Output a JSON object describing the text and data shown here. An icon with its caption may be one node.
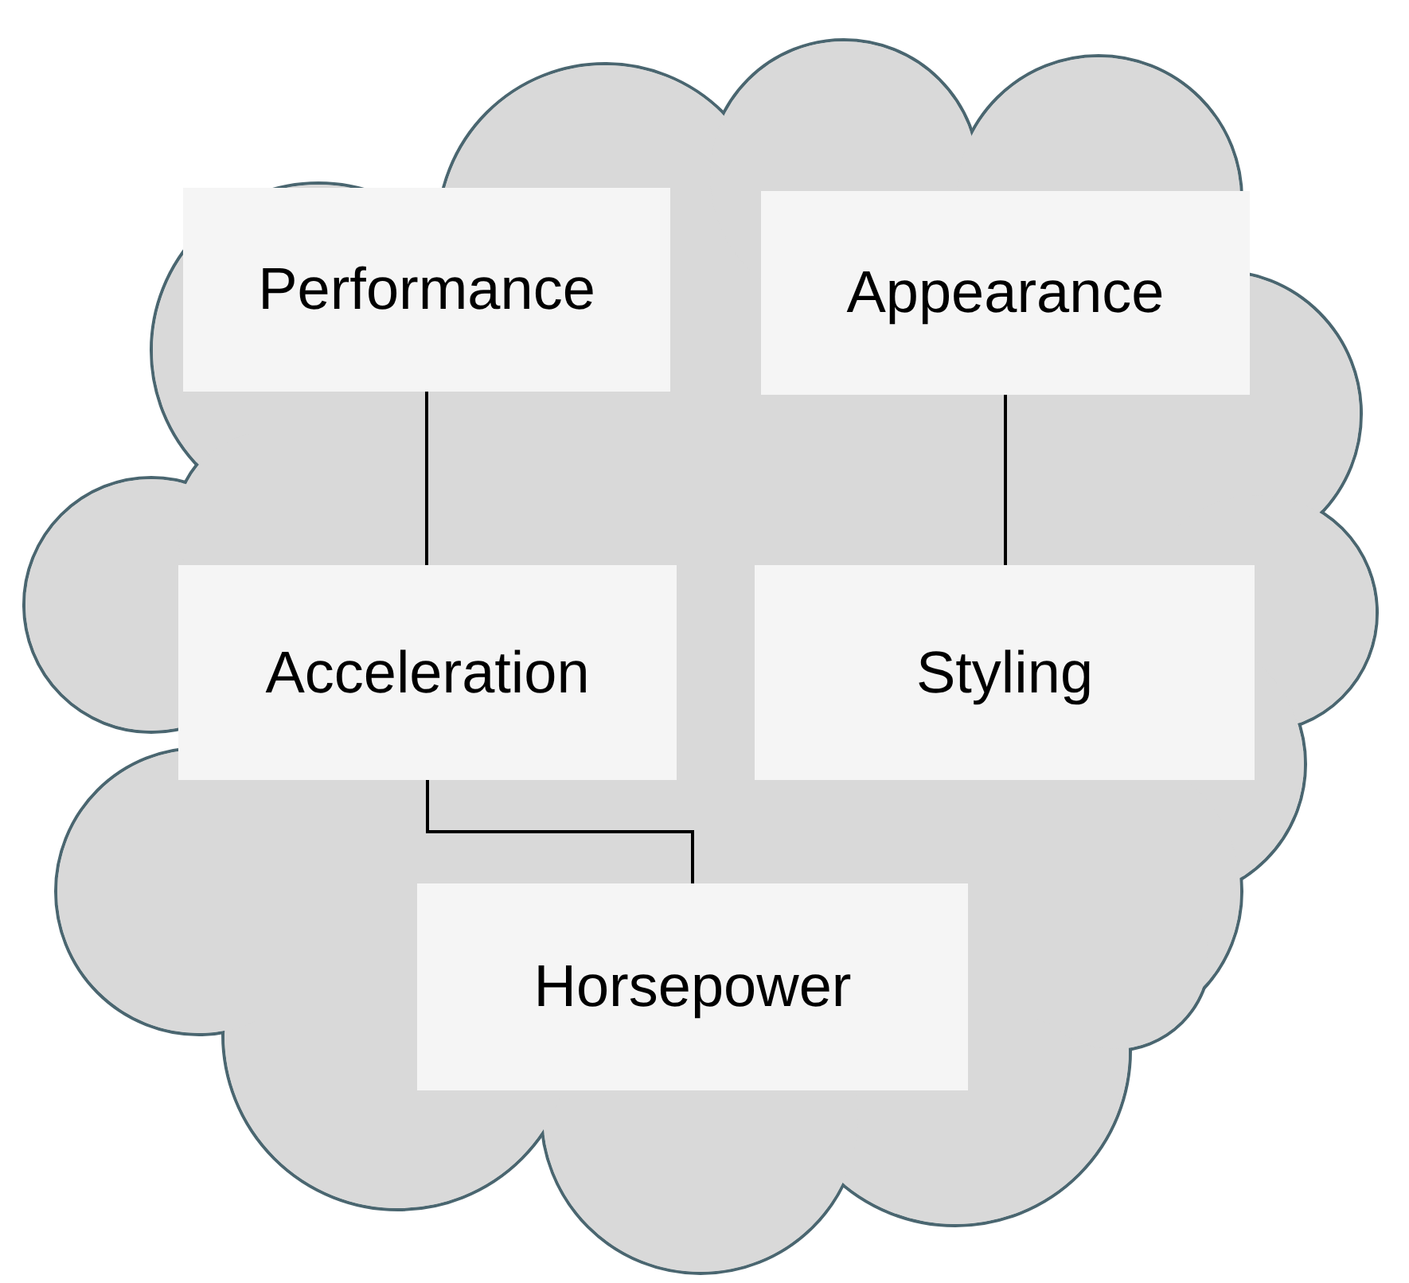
{
  "diagram": {
    "nodes": [
      {
        "text": [],
        "shape": "cloud"
      },
      {
        "text": [
          "Performance"
        ],
        "in": 0
      },
      {
        "text": [
          "Appearance"
        ],
        "in": 0
      },
      {
        "text": [
          "Acceleration"
        ],
        "in": 0
      },
      {
        "text": [
          "Styling"
        ],
        "in": 0
      },
      {
        "text": [
          "Horsepower"
        ],
        "in": 0
      }
    ],
    "edges": [
      {
        "from": 1,
        "to": 3,
        "arrow": "none"
      },
      {
        "from": 2,
        "to": 4,
        "arrow": "none"
      },
      {
        "from": 3,
        "to": 5,
        "arrow": "none"
      }
    ]
  }
}
